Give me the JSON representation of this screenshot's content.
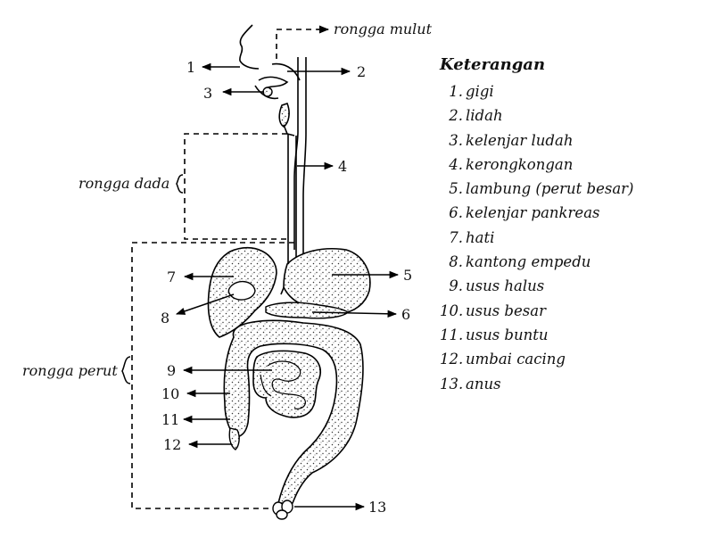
{
  "regions": {
    "mouth": "rongga mulut",
    "chest": "rongga dada",
    "abdomen": "rongga perut"
  },
  "numbers": [
    "1",
    "2",
    "3",
    "4",
    "5",
    "6",
    "7",
    "8",
    "9",
    "10",
    "11",
    "12",
    "13"
  ],
  "legend": {
    "title": "Keterangan",
    "items": [
      {
        "num": "1.",
        "text": "gigi"
      },
      {
        "num": "2.",
        "text": "lidah"
      },
      {
        "num": "3.",
        "text": "kelenjar ludah"
      },
      {
        "num": "4.",
        "text": "kerongkongan"
      },
      {
        "num": "5.",
        "text": "lambung (perut besar)"
      },
      {
        "num": "6.",
        "text": "kelenjar pankreas"
      },
      {
        "num": "7.",
        "text": "hati"
      },
      {
        "num": "8.",
        "text": "kantong empedu"
      },
      {
        "num": "9.",
        "text": "usus halus"
      },
      {
        "num": "10.",
        "text": "usus besar"
      },
      {
        "num": "11.",
        "text": "usus buntu"
      },
      {
        "num": "12.",
        "text": "umbai cacing"
      },
      {
        "num": "13.",
        "text": "anus"
      }
    ]
  }
}
